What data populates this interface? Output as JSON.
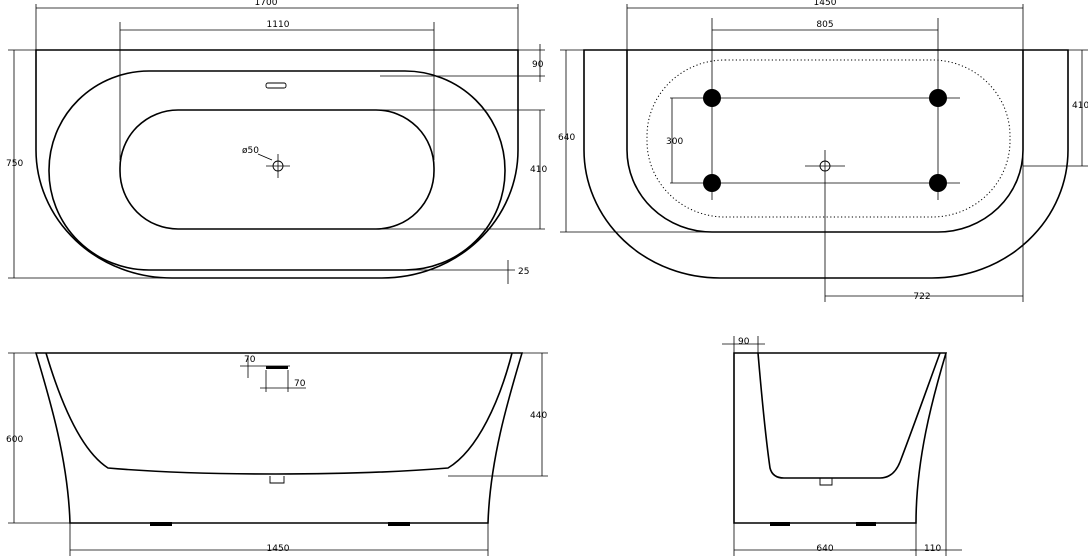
{
  "top_view": {
    "overall_length": "1700",
    "inner_length": "1110",
    "overall_width": "750",
    "rim_width": "90",
    "inner_width": "410",
    "rim_edge": "25",
    "drain_label": "ø50"
  },
  "bottom_view": {
    "overall_length": "1450",
    "feet_spacing_length": "805",
    "overall_depth": "640",
    "feet_spacing_width": "300",
    "offset_depth": "410",
    "drain_offset": "722"
  },
  "front_view": {
    "overflow_height": "70",
    "overflow_width": "70",
    "height": "600",
    "inner_depth": "440",
    "base_length": "1450"
  },
  "side_view": {
    "rim_width": "90",
    "base_depth": "640",
    "foot_height": "110"
  },
  "colors": {
    "line": "#000000",
    "background": "#ffffff"
  }
}
